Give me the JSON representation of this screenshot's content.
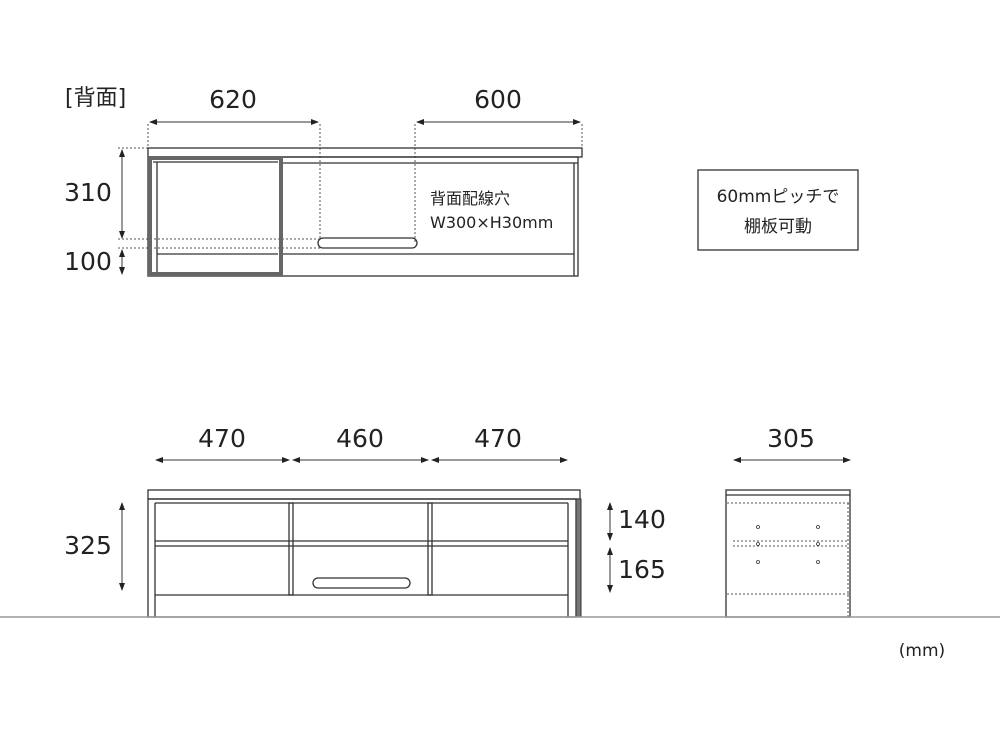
{
  "back_view": {
    "label": "[背面]",
    "width_left": "620",
    "width_right": "600",
    "height_upper": "310",
    "height_lower": "100",
    "hole_title": "背面配線穴",
    "hole_size": "W300×H30mm"
  },
  "note": {
    "line1": "60mmピッチで",
    "line2": "棚板可動"
  },
  "front_view": {
    "width_left": "470",
    "width_center": "460",
    "width_right": "470",
    "height_total": "325",
    "height_upper": "140",
    "height_lower": "165"
  },
  "side_view": {
    "depth": "305"
  },
  "unit": "(mm)"
}
